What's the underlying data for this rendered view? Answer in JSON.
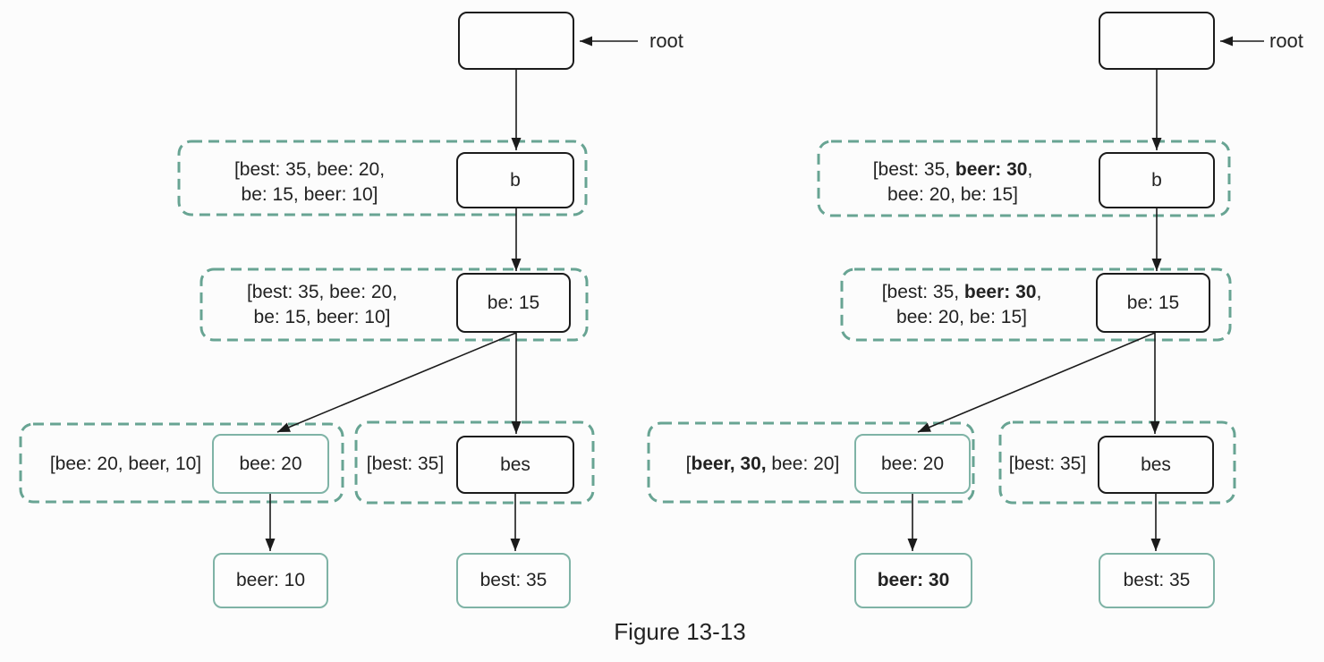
{
  "figure": {
    "caption": "Figure 13-13"
  },
  "colors": {
    "node_border_black": "#1b1b1b",
    "node_border_teal": "#7fb3a6",
    "dashed_box_teal": "#68a493",
    "text": "#222222",
    "background": "#fcfcfc"
  },
  "left_tree": {
    "root_pointer_label": "root",
    "nodes": {
      "root": "",
      "b": "b",
      "be": "be: 15",
      "bee": "bee: 20",
      "bes": "bes",
      "beer": "beer: 10",
      "best": "best: 35"
    },
    "annotations": {
      "b_line1": "[best: 35, bee: 20,",
      "b_line2": "be: 15, beer: 10]",
      "be_line1": "[best: 35, bee: 20,",
      "be_line2": "be: 15, beer: 10]",
      "bee_list": "[bee: 20, beer, 10]",
      "bes_list": "[best: 35]"
    }
  },
  "right_tree": {
    "root_pointer_label": "root",
    "nodes": {
      "root": "",
      "b": "b",
      "be": "be: 15",
      "bee": "bee: 20",
      "bes": "bes",
      "beer": "beer: 30",
      "best": "best: 35"
    },
    "annotations": {
      "b_line1_pre": "[best: 35, ",
      "b_line1_bold": "beer: 30",
      "b_line1_post": ",",
      "b_line2": "bee: 20, be: 15]",
      "be_line1_pre": "[best: 35, ",
      "be_line1_bold": "beer: 30",
      "be_line1_post": ",",
      "be_line2": "bee: 20, be: 15]",
      "bee_pre": "[",
      "bee_bold": "beer, 30,",
      "bee_post": " bee: 20]",
      "bes_list": "[best: 35]"
    }
  }
}
